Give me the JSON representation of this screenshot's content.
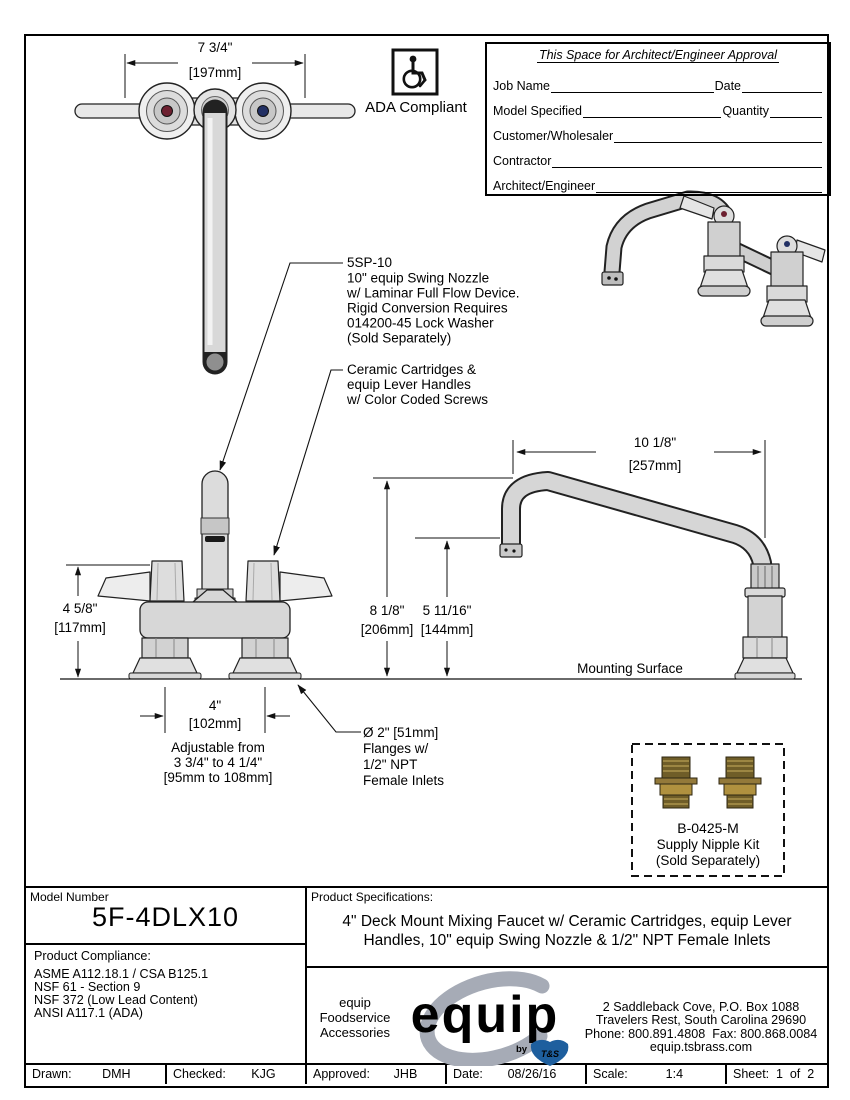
{
  "colors": {
    "line": "#1a1a1a",
    "metal_light": "#e6e6e6",
    "metal_mid": "#d4d4d4",
    "metal_dark": "#9a9a9a",
    "hot_screw_red": "#6d2030",
    "cold_screw_blue": "#223064",
    "brass": "#8a7435",
    "brand_gray": "#a6abb6",
    "ts_blue": "#1e5f9e"
  },
  "ada": {
    "label": "ADA Compliant"
  },
  "approval": {
    "title": "This Space for Architect/Engineer Approval",
    "labels": [
      "Job Name",
      "Date",
      "Model Specified",
      "Quantity",
      "Customer/Wholesaler",
      "Contractor",
      "Architect/Engineer"
    ]
  },
  "callouts": {
    "nozzle": [
      "5SP-10",
      "10\" equip Swing Nozzle",
      "w/ Laminar Full Flow Device.",
      "Rigid Conversion Requires",
      "014200-45 Lock Washer",
      "(Sold Separately)"
    ],
    "cartridges": [
      "Ceramic Cartridges &",
      "equip Lever Handles",
      "w/ Color Coded Screws"
    ],
    "flanges": [
      "Ø 2\" [51mm]",
      "Flanges w/",
      "1/2\" NPT",
      "Female Inlets"
    ],
    "supply_kit": [
      "B-0425-M",
      "Supply Nipple Kit",
      "(Sold Separately)"
    ],
    "mounting_surface": "Mounting Surface"
  },
  "dims": {
    "top_width": [
      "7 3/4\"",
      "[197mm]"
    ],
    "reach": [
      "10 1/8\"",
      "[257mm]"
    ],
    "height": [
      "8 1/8\"",
      "[206mm]"
    ],
    "outlet": [
      "5 11/16\"",
      "[144mm]"
    ],
    "body": [
      "4 5/8\"",
      "[117mm]"
    ],
    "centers": [
      "4\"",
      "[102mm]"
    ],
    "adjust": [
      "Adjustable from",
      "3 3/4\" to 4 1/4\"",
      "[95mm to 108mm]"
    ]
  },
  "title_block": {
    "model_label": "Model Number",
    "model": "5F-4DLX10",
    "compliance_label": "Product Compliance:",
    "compliance": [
      "ASME A112.18.1 / CSA B125.1",
      "NSF 61 - Section 9",
      "NSF 372 (Low Lead Content)",
      "ANSI A117.1 (ADA)"
    ],
    "spec_label": "Product Specifications:",
    "spec": [
      "4\" Deck Mount Mixing Faucet w/ Ceramic Cartridges, equip Lever",
      "Handles, 10\" equip Swing Nozzle & 1/2\" NPT Female Inlets"
    ],
    "brand": {
      "tagline": [
        "equip",
        "Foodservice",
        "Accessories"
      ],
      "logo": "equip",
      "by": "by",
      "ts": "T&S",
      "address": [
        "2 Saddleback Cove, P.O. Box 1088",
        "Travelers Rest, South Carolina 29690",
        "Phone: 800.891.4808  Fax: 800.868.0084",
        "equip.tsbrass.com"
      ]
    },
    "footer": [
      {
        "label": "Drawn:",
        "value": "DMH"
      },
      {
        "label": "Checked:",
        "value": "KJG"
      },
      {
        "label": "Approved:",
        "value": "JHB"
      },
      {
        "label": "Date:",
        "value": "08/26/16"
      },
      {
        "label": "Scale:",
        "value": "1:4"
      },
      {
        "label": "Sheet:",
        "value": "1  of  2"
      }
    ]
  }
}
